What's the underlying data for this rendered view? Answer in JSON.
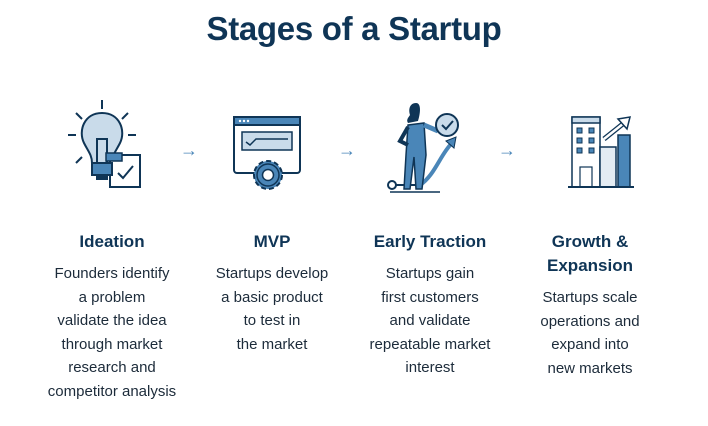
{
  "title": "Stages of a Startup",
  "colors": {
    "navy": "#0f3556",
    "blue": "#4a86b8",
    "light": "#c9dbea"
  },
  "stages": [
    {
      "heading": "Ideation",
      "icon": "lightbulb-checklist-icon",
      "lines": [
        "Founders identify",
        "a problem",
        "validate the idea",
        "through market",
        "research and",
        "competitor analysis"
      ]
    },
    {
      "heading": "MVP",
      "icon": "browser-gear-icon",
      "lines": [
        "Startups develop",
        "a basic product",
        "to test in",
        "the market"
      ]
    },
    {
      "heading": "Early Traction",
      "icon": "person-growth-arrow-icon",
      "lines": [
        "Startups gain",
        "first customers",
        "and validate",
        "repeatable market",
        "interest"
      ]
    },
    {
      "heading": "Growth &",
      "heading2": "Expansion",
      "icon": "building-chart-icon",
      "lines": [
        "Startups scale",
        "operations and",
        "expand into",
        "new markets"
      ]
    }
  ],
  "arrow": "→"
}
